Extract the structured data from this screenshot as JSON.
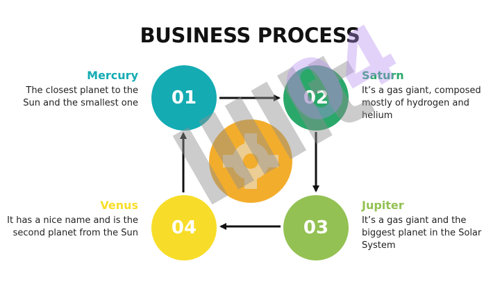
{
  "title": "BUSINESS PROCESS",
  "colors": {
    "teal": "#14abb3",
    "green": "#2aa86a",
    "lime": "#93c153",
    "yellow": "#f7dd29",
    "orange": "#f3ad2c",
    "arrow": "#111111"
  },
  "steps": [
    {
      "number": "01",
      "name": "Mercury",
      "description": "The closest planet to the Sun and the smallest one",
      "color": "#14abb3"
    },
    {
      "number": "02",
      "name": "Saturn",
      "description": "It’s a gas giant, composed mostly of hydrogen and helium",
      "color": "#2aa86a"
    },
    {
      "number": "03",
      "name": "Jupiter",
      "description": "It’s a gas giant and the biggest planet in the Solar System",
      "color": "#93c153"
    },
    {
      "number": "04",
      "name": "Venus",
      "description": "It has a nice name and is the second planet from the Sun",
      "color": "#f7dd29"
    }
  ],
  "center_icon": "gear-icon",
  "watermark": "lllllt 04"
}
